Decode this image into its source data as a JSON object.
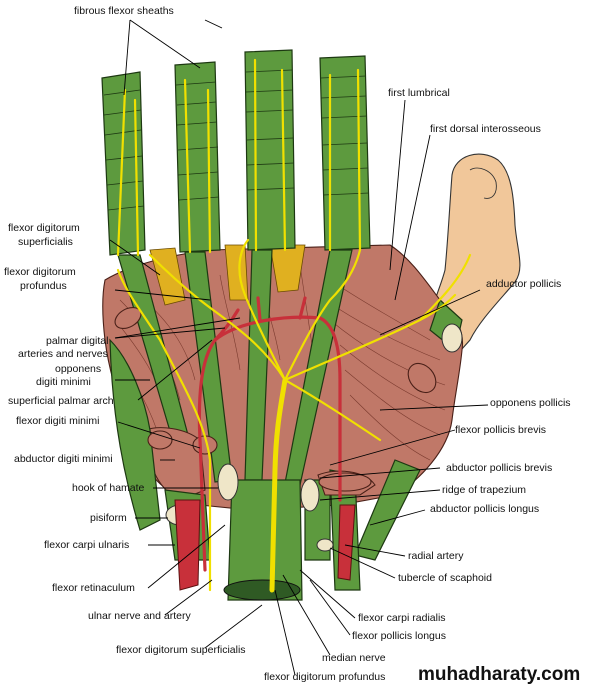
{
  "labels": {
    "fibrous_flexor_sheaths": "fibrous flexor sheaths",
    "first_lumbrical": "first lumbrical",
    "first_dorsal_interosseous": "first dorsal interosseous",
    "fds_line1": "flexor digitorum",
    "fds_line2": "superficialis",
    "fdp_line1": "flexor digitorum",
    "fdp_line2": "profundus",
    "adductor_pollicis": "adductor pollicis",
    "palmar_digital_line1": "palmar digital",
    "palmar_digital_line2": "arteries and nerves",
    "opponens_dm_line1": "opponens",
    "opponens_dm_line2": "digiti minimi",
    "superficial_palmar_arch": "superficial palmar arch",
    "opponens_pollicis": "opponens pollicis",
    "flexor_digiti_minimi": "flexor digiti minimi",
    "flexor_pollicis_brevis": "flexor pollicis brevis",
    "abductor_digiti_minimi": "abductor digiti minimi",
    "abductor_pollicis_brevis": "abductor pollicis brevis",
    "hook_of_hamate": "hook of hamate",
    "ridge_of_trapezium": "ridge of trapezium",
    "abductor_pollicis_longus": "abductor pollicis longus",
    "pisiform": "pisiform",
    "flexor_carpi_ulnaris": "flexor carpi ulnaris",
    "radial_artery": "radial artery",
    "tubercle_of_scaphoid": "tubercle of scaphoid",
    "flexor_retinaculum": "flexor retinaculum",
    "ulnar_nerve_and_artery": "ulnar nerve and artery",
    "flexor_carpi_radialis": "flexor carpi radialis",
    "flexor_pollicis_longus": "flexor pollicis longus",
    "fds_bottom": "flexor digitorum superficialis",
    "median_nerve": "median nerve",
    "fdp_bottom": "flexor digitorum profundus"
  },
  "watermark": "muhadharaty.com",
  "colors": {
    "tendon": "#5d9a3e",
    "muscle": "#c07868",
    "nerve": "#f0e000",
    "artery": "#c8303a",
    "skin": "#f1c79a",
    "bone": "#efe6c8"
  }
}
